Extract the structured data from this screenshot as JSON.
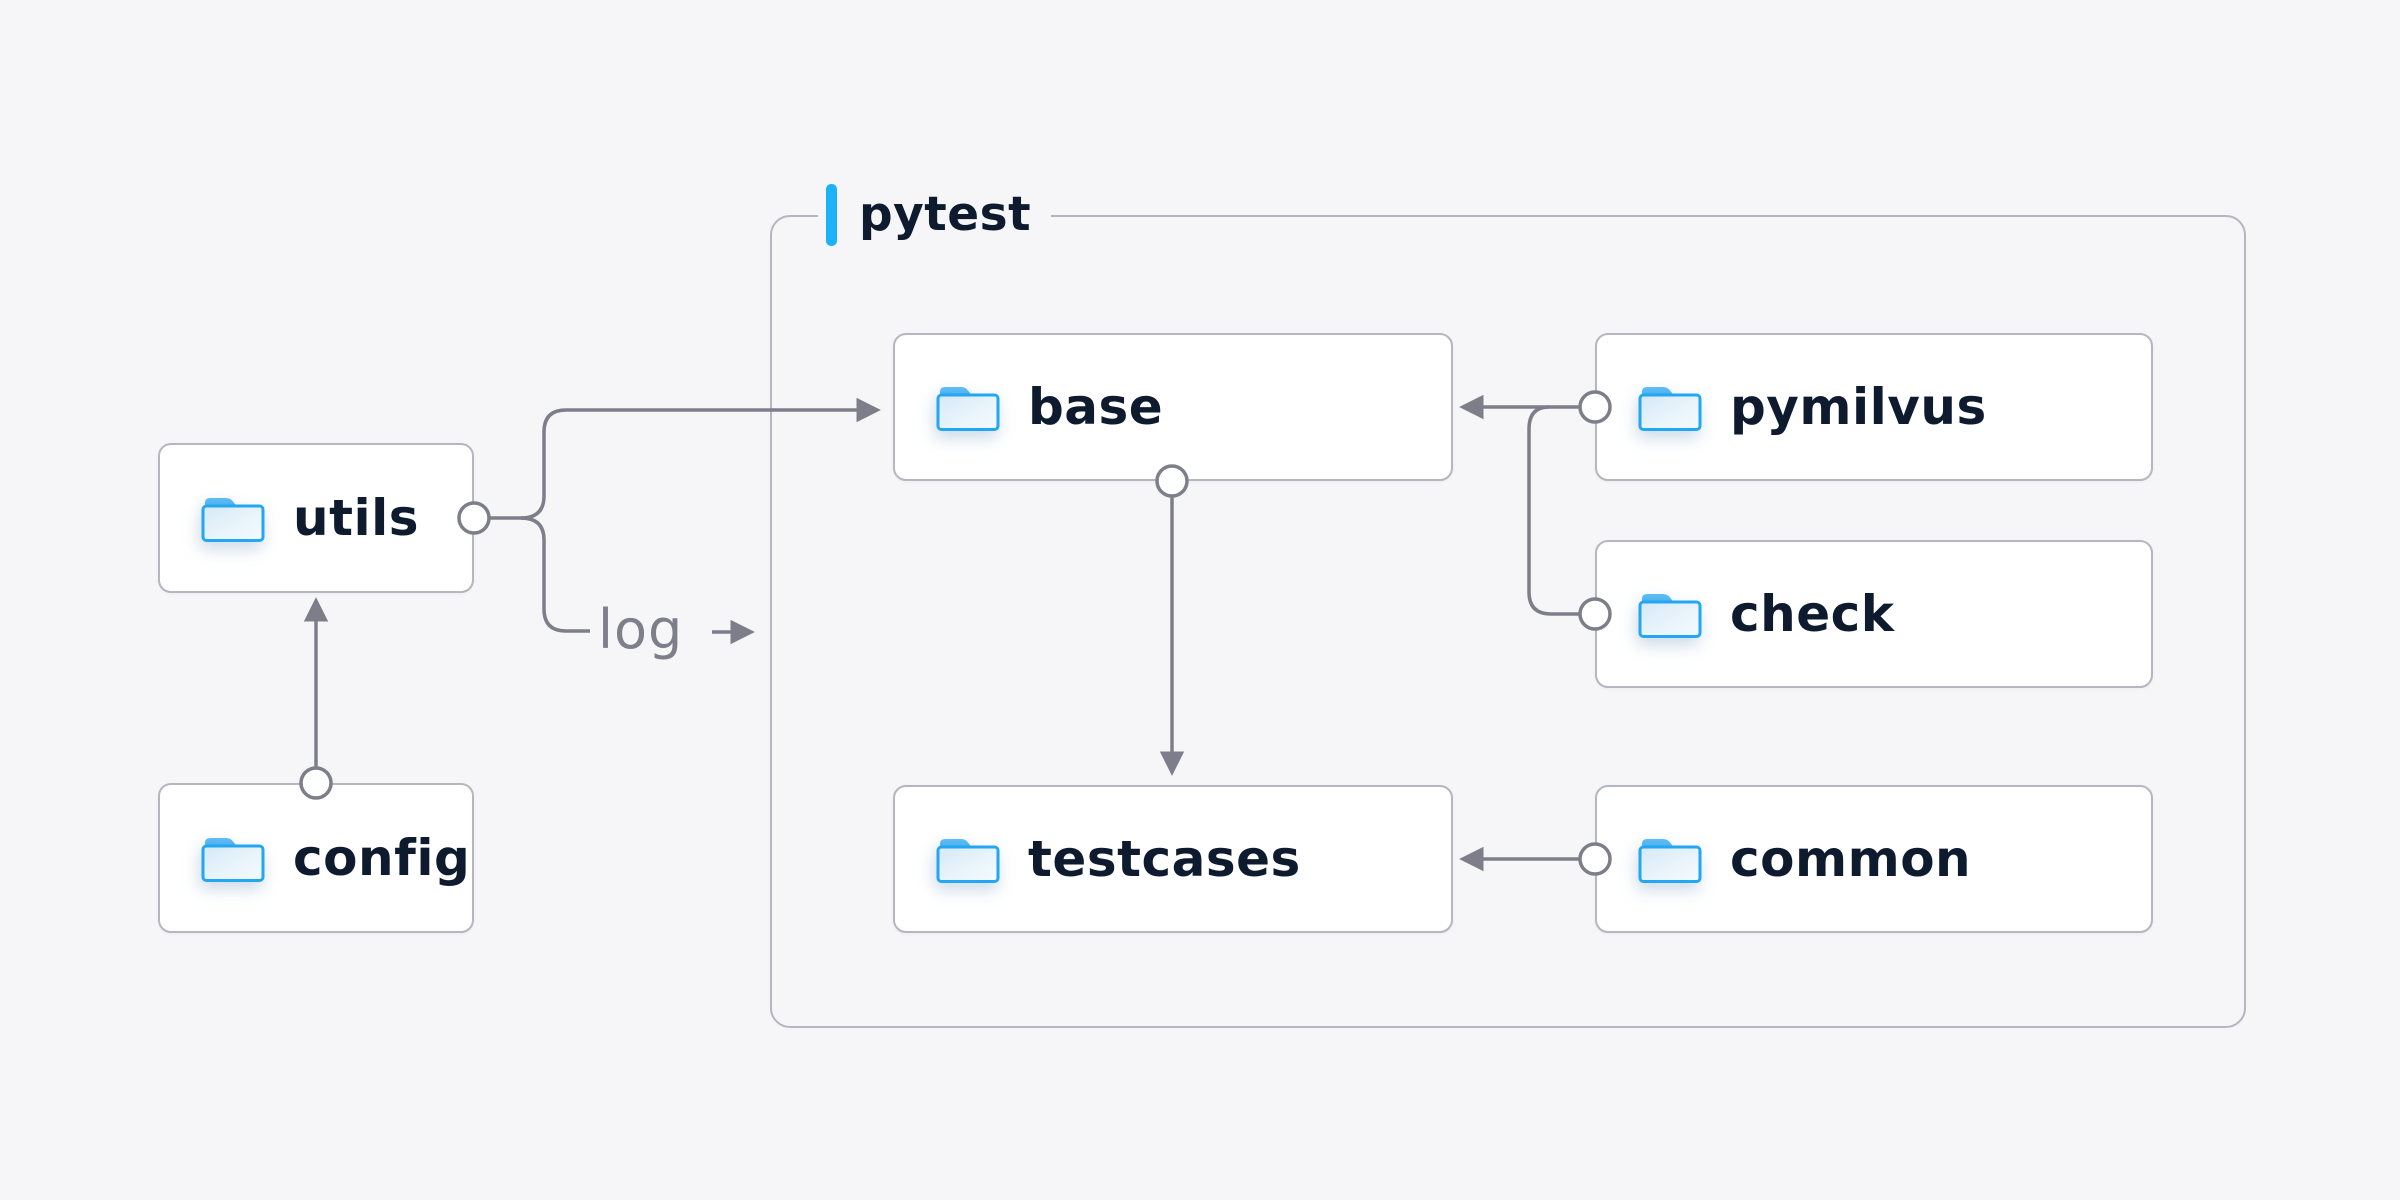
{
  "diagram": {
    "group": {
      "label": "pytest"
    },
    "nodes": [
      {
        "id": "utils",
        "label": "utils",
        "icon": "folder-icon"
      },
      {
        "id": "config",
        "label": "config",
        "icon": "folder-icon"
      },
      {
        "id": "base",
        "label": "base",
        "icon": "folder-icon"
      },
      {
        "id": "pymilvus",
        "label": "pymilvus",
        "icon": "folder-icon"
      },
      {
        "id": "check",
        "label": "check",
        "icon": "folder-icon"
      },
      {
        "id": "testcases",
        "label": "testcases",
        "icon": "folder-icon"
      },
      {
        "id": "common",
        "label": "common",
        "icon": "folder-icon"
      }
    ],
    "edges": [
      {
        "from": "config",
        "to": "utils",
        "style": "arrow-into-utils-bottom"
      },
      {
        "from": "utils",
        "to": "base",
        "style": "arrow-into-base-left"
      },
      {
        "from": "utils",
        "to": "log",
        "label": "log"
      },
      {
        "from": "pymilvus",
        "to": "base",
        "style": "arrow-into-base-right"
      },
      {
        "from": "check",
        "to": "base",
        "style": "merges-with-pymilvus-line"
      },
      {
        "from": "base",
        "to": "testcases",
        "style": "arrow-into-testcases-top"
      },
      {
        "from": "common",
        "to": "testcases",
        "style": "arrow-into-testcases-right"
      }
    ],
    "log_label": "log",
    "colors": {
      "background": "#f6f6f8",
      "node_fill": "#ffffff",
      "node_border": "#b5b6c0",
      "node_text": "#0e1a2e",
      "connector": "#7d7e89",
      "accent_blue": "#1db2f8",
      "folder_outline": "#23a7f0",
      "folder_tab": "#4fb3f0",
      "folder_fill_top": "#d5e9f7",
      "folder_fill_bottom": "#f2fafe"
    }
  }
}
